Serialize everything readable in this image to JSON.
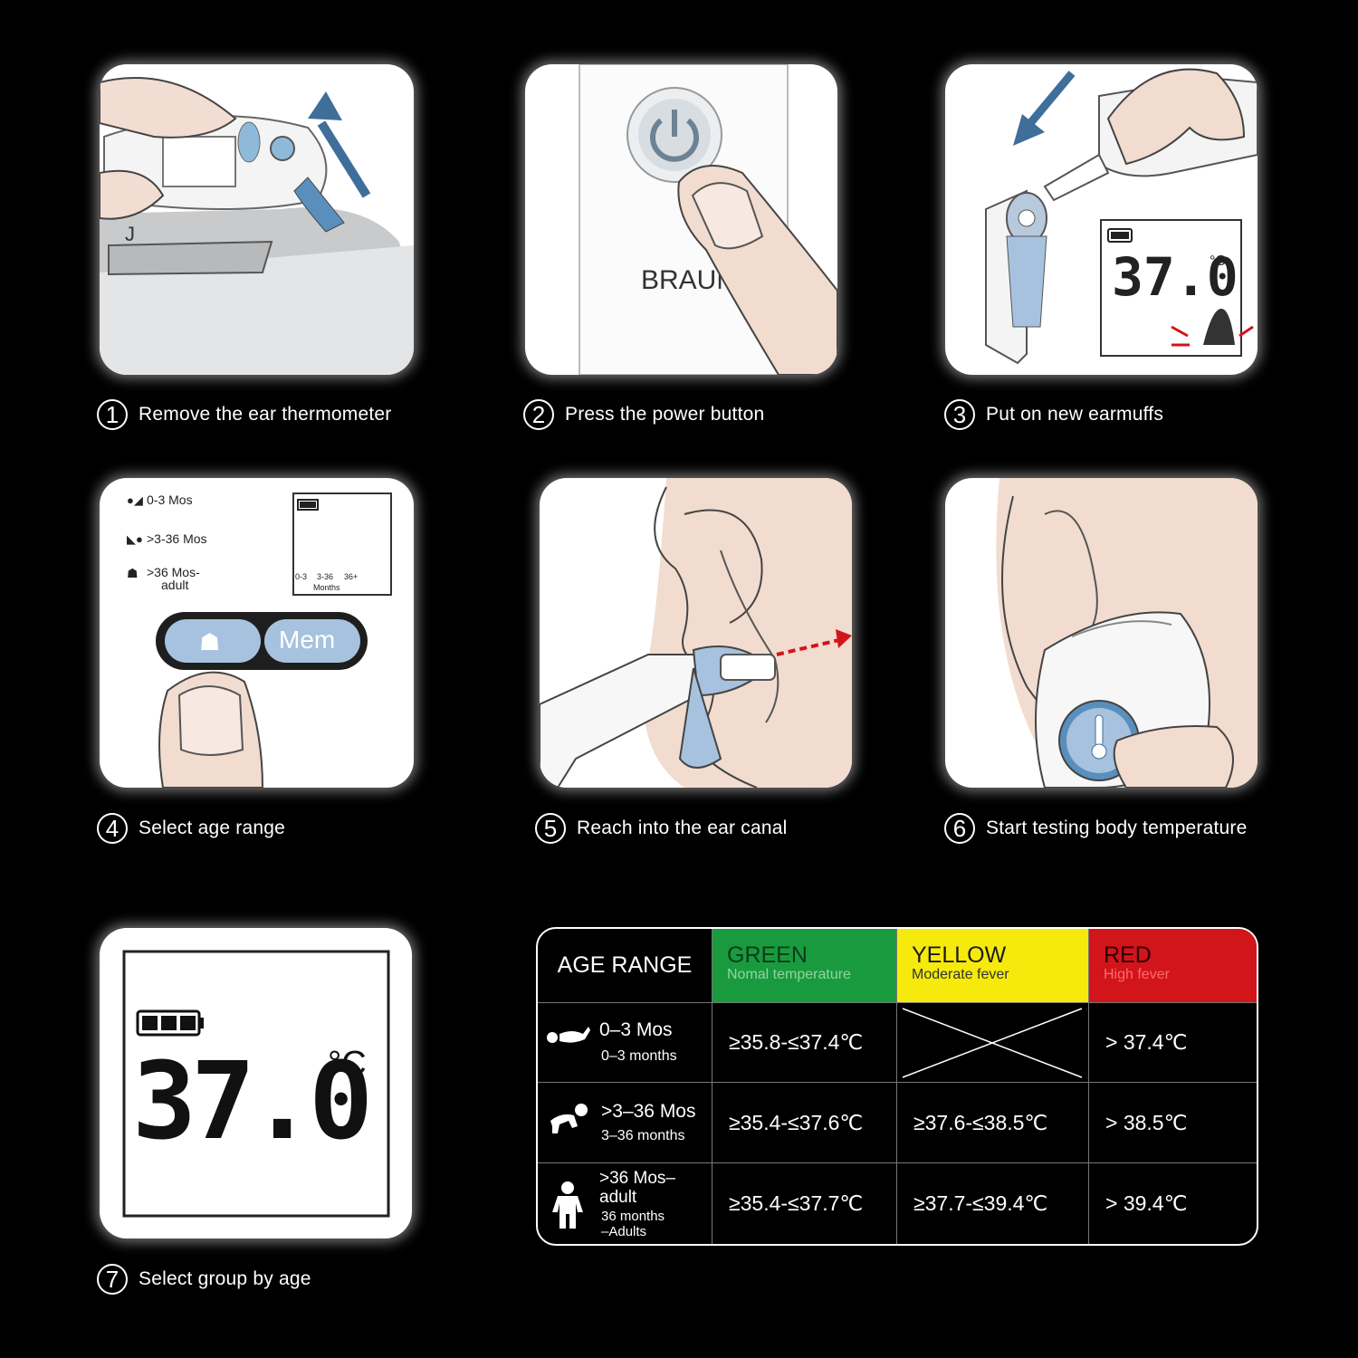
{
  "steps": [
    {
      "number": "1",
      "label": "Remove the ear thermometer"
    },
    {
      "number": "2",
      "label": "Press the power button"
    },
    {
      "number": "3",
      "label": "Put on new earmuffs"
    },
    {
      "number": "4",
      "label": "Select age range"
    },
    {
      "number": "5",
      "label": "Reach into the ear canal"
    },
    {
      "number": "6",
      "label": "Start testing body temperature"
    },
    {
      "number": "7",
      "label": "Select group by age"
    }
  ],
  "panels": {
    "p2_brand": "BRAUN",
    "p3_reading": "37.0",
    "p3_unit": "°C",
    "p4_modes": [
      "0-3 Mos",
      ">3-36 Mos",
      ">36 Mos-",
      "adult"
    ],
    "p4_scale": [
      "0-3",
      "3-36",
      "36+"
    ],
    "p4_scale_label": "Months",
    "p4_mem": "Mem",
    "p7_reading": "37.0",
    "p7_unit": "°C"
  },
  "table": {
    "header": {
      "age": "AGE RANGE",
      "green": {
        "name": "GREEN",
        "desc": "Nomal temperature"
      },
      "yellow": {
        "name": "YELLOW",
        "desc": "Moderate fever"
      },
      "red": {
        "name": "RED",
        "desc": "High fever"
      }
    },
    "rows": [
      {
        "age": "0–3 Mos",
        "sub": "0–3 months",
        "sub2": "",
        "green": "≥35.8-≤37.4℃",
        "yellow": "",
        "red": "> 37.4℃"
      },
      {
        "age": ">3–36 Mos",
        "sub": "3–36 months",
        "sub2": "",
        "green": "≥35.4-≤37.6℃",
        "yellow": "≥37.6-≤38.5℃",
        "red": "> 38.5℃"
      },
      {
        "age": ">36 Mos–",
        "age2": "adult",
        "sub": "36 months",
        "sub2": "–Adults",
        "green": "≥35.4-≤37.7℃",
        "yellow": "≥37.7-≤39.4℃",
        "red": "> 39.4℃"
      }
    ],
    "colors": {
      "green": "#1a9a3e",
      "yellow": "#f5ea0c",
      "red": "#d2141b"
    }
  }
}
